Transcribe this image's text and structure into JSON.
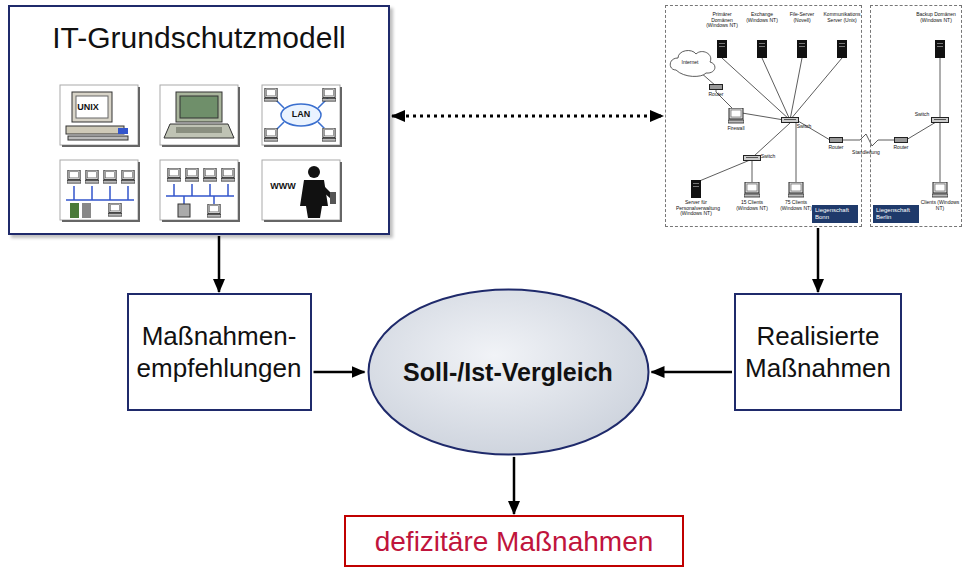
{
  "diagram": {
    "nodes": [
      {
        "text": [
          "IT-Grundschutzmodell"
        ]
      },
      {
        "text": [
          "Liegenschaft Bonn"
        ]
      },
      {
        "text": [
          "Liegenschaft Berlin"
        ]
      },
      {
        "text": [
          "Maßnahmen- empfehlungen"
        ]
      },
      {
        "text": [
          "Soll-/Ist-Vergleich"
        ]
      },
      {
        "text": [
          "Realisierte Maßnahmen"
        ]
      },
      {
        "text": [
          "defizitäre Maßnahmen"
        ]
      }
    ],
    "edges": [
      {
        "from": 0,
        "to": 1,
        "arrow": "both"
      },
      {
        "from": 0,
        "to": 3,
        "arrow": "to"
      },
      {
        "from": 1,
        "to": 5,
        "arrow": "to"
      },
      {
        "from": 3,
        "to": 4,
        "arrow": "to"
      },
      {
        "from": 5,
        "to": 4,
        "arrow": "to"
      },
      {
        "from": 4,
        "to": 6,
        "arrow": "to"
      }
    ],
    "labels": [
      "UNIX",
      "LAN",
      "WWW",
      "Internet",
      "Router",
      "Firewall",
      "Switch",
      "Primärer Domänen (Windows NT)",
      "Exchange (Windows NT)",
      "File-Server (Novell)",
      "Kommunikations Server (Unix)",
      "Router",
      "Standleitung",
      "Router",
      "Switch",
      "Backup Domänen (Windows NT)",
      "Switch",
      "Server für Personalverwaltung (Windows NT)",
      "15 Clients (Windows NT)",
      "75 Clients (Windows NT)",
      "Clients (Windows NT)"
    ]
  }
}
